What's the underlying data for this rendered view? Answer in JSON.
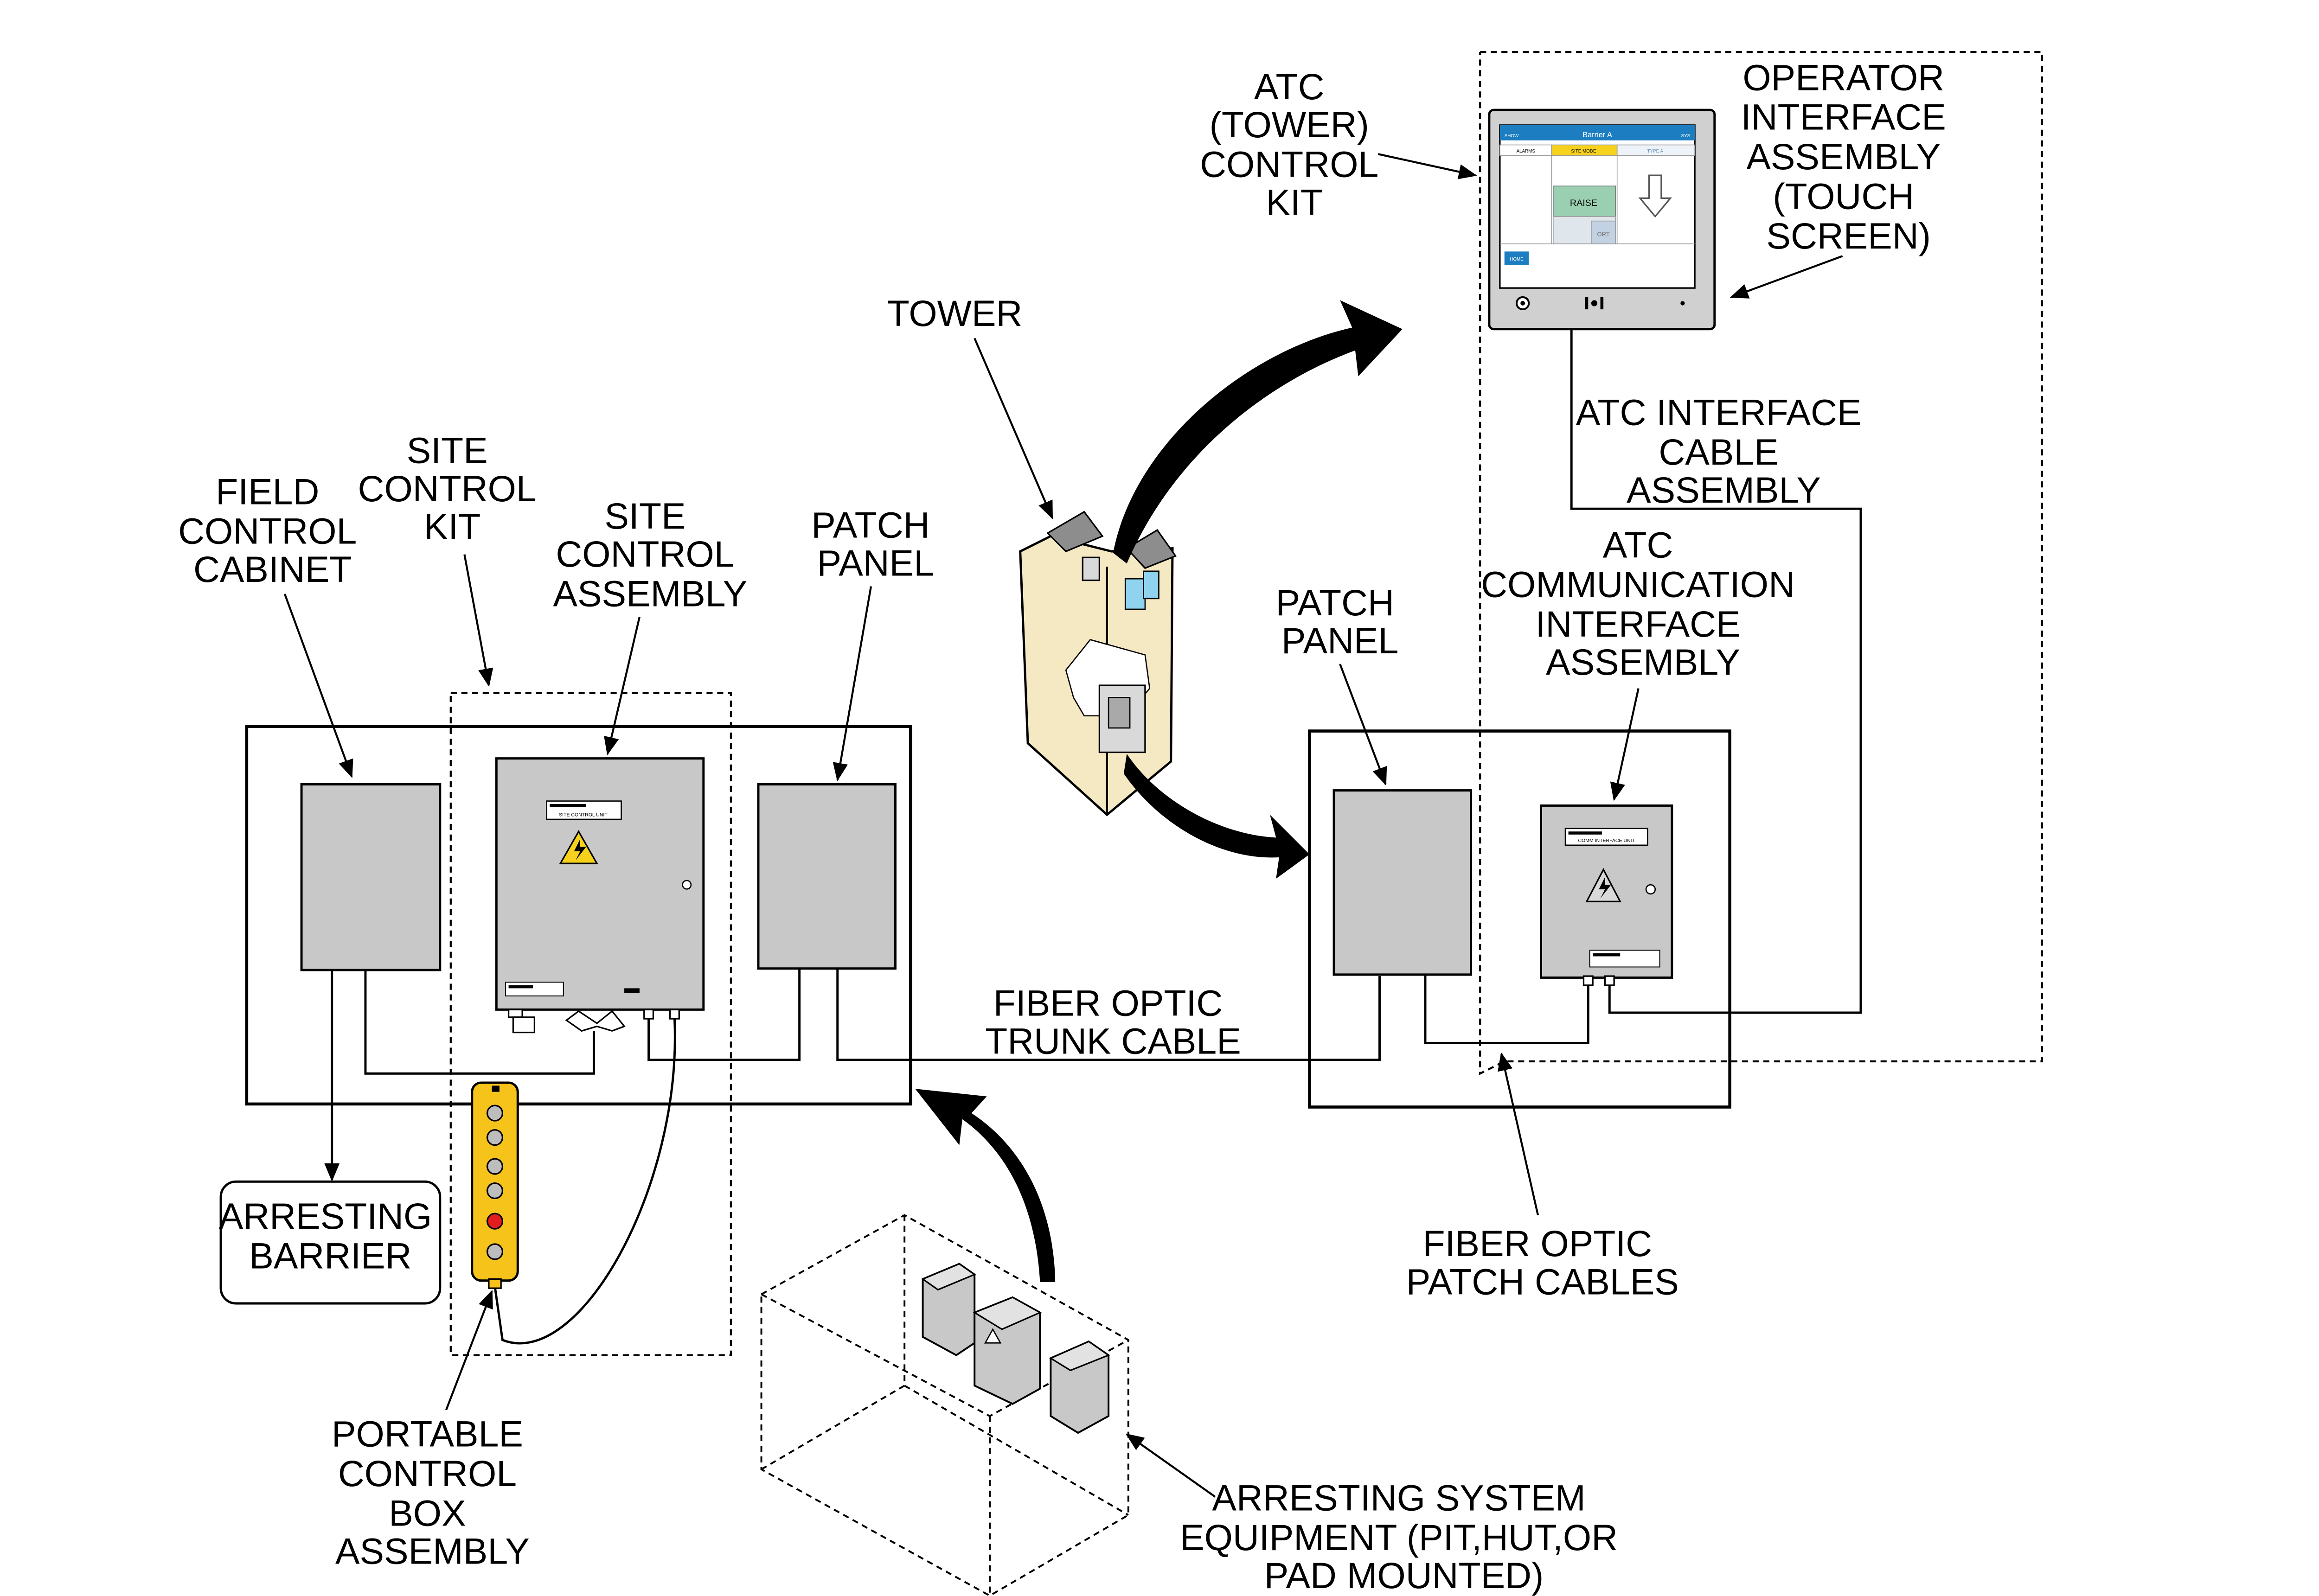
{
  "labels": {
    "field_control_cabinet": [
      "FIELD",
      "CONTROL",
      "CABINET"
    ],
    "site_control_kit": [
      "SITE",
      "CONTROL",
      "KIT"
    ],
    "site_control_assembly": [
      "SITE",
      "CONTROL",
      "ASSEMBLY"
    ],
    "patch_panel_left": [
      "PATCH",
      "PANEL"
    ],
    "tower": [
      "TOWER"
    ],
    "atc_tower_control_kit": [
      "ATC",
      "(TOWER)",
      "CONTROL",
      "KIT"
    ],
    "operator_interface_assembly": [
      "OPERATOR",
      "INTERFACE",
      "ASSEMBLY",
      "(TOUCH",
      "SCREEN)"
    ],
    "atc_interface_cable_assembly": [
      "ATC INTERFACE",
      "CABLE",
      "ASSEMBLY"
    ],
    "atc_communication_interface_assembly": [
      "ATC",
      "COMMUNICATION",
      "INTERFACE",
      "ASSEMBLY"
    ],
    "patch_panel_right": [
      "PATCH",
      "PANEL"
    ],
    "fiber_optic_trunk_cable": [
      "FIBER OPTIC",
      "TRUNK CABLE"
    ],
    "fiber_optic_patch_cables": [
      "FIBER OPTIC",
      "PATCH CABLES"
    ],
    "arresting_barrier": [
      "ARRESTING",
      "BARRIER"
    ],
    "portable_control_box_assembly": [
      "PORTABLE",
      "CONTROL",
      "BOX",
      "ASSEMBLY"
    ],
    "arresting_system_equipment": [
      "ARRESTING SYSTEM",
      "EQUIPMENT (PIT,HUT,OR",
      "PAD MOUNTED)"
    ]
  },
  "nameplates": {
    "site_control_unit": "SITE CONTROL UNIT",
    "comm_interface_unit": "COMM INTERFACE UNIT"
  },
  "touchscreen": {
    "title": "Barrier A",
    "header_left": "SHOW",
    "header_right": "SYS",
    "tab_alarms": "ALARMS",
    "tab_site_mode": "SITE MODE",
    "tab_type": "TYPE A",
    "raise": "RAISE",
    "ort": "ORT",
    "home": "HOME"
  },
  "colors": {
    "equipment_gray": "#c8c8c8",
    "tower_tan": "#f5e9c4",
    "pendant_yellow": "#f6c31b",
    "warning_yellow": "#f7d21c",
    "screen_green": "#9bcfb2",
    "screen_blue": "#1c7ec0",
    "stop_red": "#e11d1d"
  }
}
